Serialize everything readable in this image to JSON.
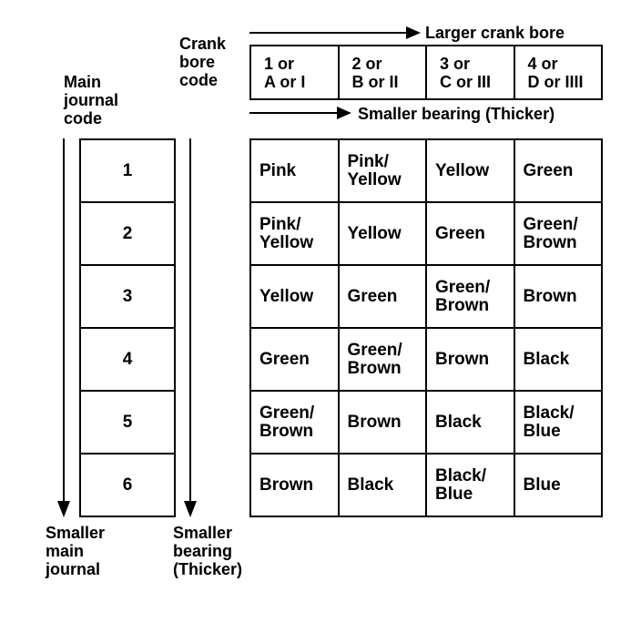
{
  "labels": {
    "crank_bore_code": "Crank\nbore\ncode",
    "main_journal_code": "Main\njournal\ncode",
    "larger_crank_bore": "Larger crank bore",
    "smaller_bearing_thicker_top": "Smaller bearing (Thicker)",
    "smaller_main_journal": "Smaller\nmain\njournal",
    "smaller_bearing_thicker_bottom": "Smaller\nbearing\n(Thicker)"
  },
  "crank_bore_codes": [
    "1 or\nA or I",
    "2 or\nB or II",
    "3 or\nC or III",
    "4 or\nD or IIII"
  ],
  "main_journal_codes": [
    "1",
    "2",
    "3",
    "4",
    "5",
    "6"
  ],
  "bearing_colors": [
    [
      "Pink",
      "Pink/\nYellow",
      "Yellow",
      "Green"
    ],
    [
      "Pink/\nYellow",
      "Yellow",
      "Green",
      "Green/\nBrown"
    ],
    [
      "Yellow",
      "Green",
      "Green/\nBrown",
      "Brown"
    ],
    [
      "Green",
      "Green/\nBrown",
      "Brown",
      "Black"
    ],
    [
      "Green/\nBrown",
      "Brown",
      "Black",
      "Black/\nBlue"
    ],
    [
      "Brown",
      "Black",
      "Black/\nBlue",
      "Blue"
    ]
  ]
}
